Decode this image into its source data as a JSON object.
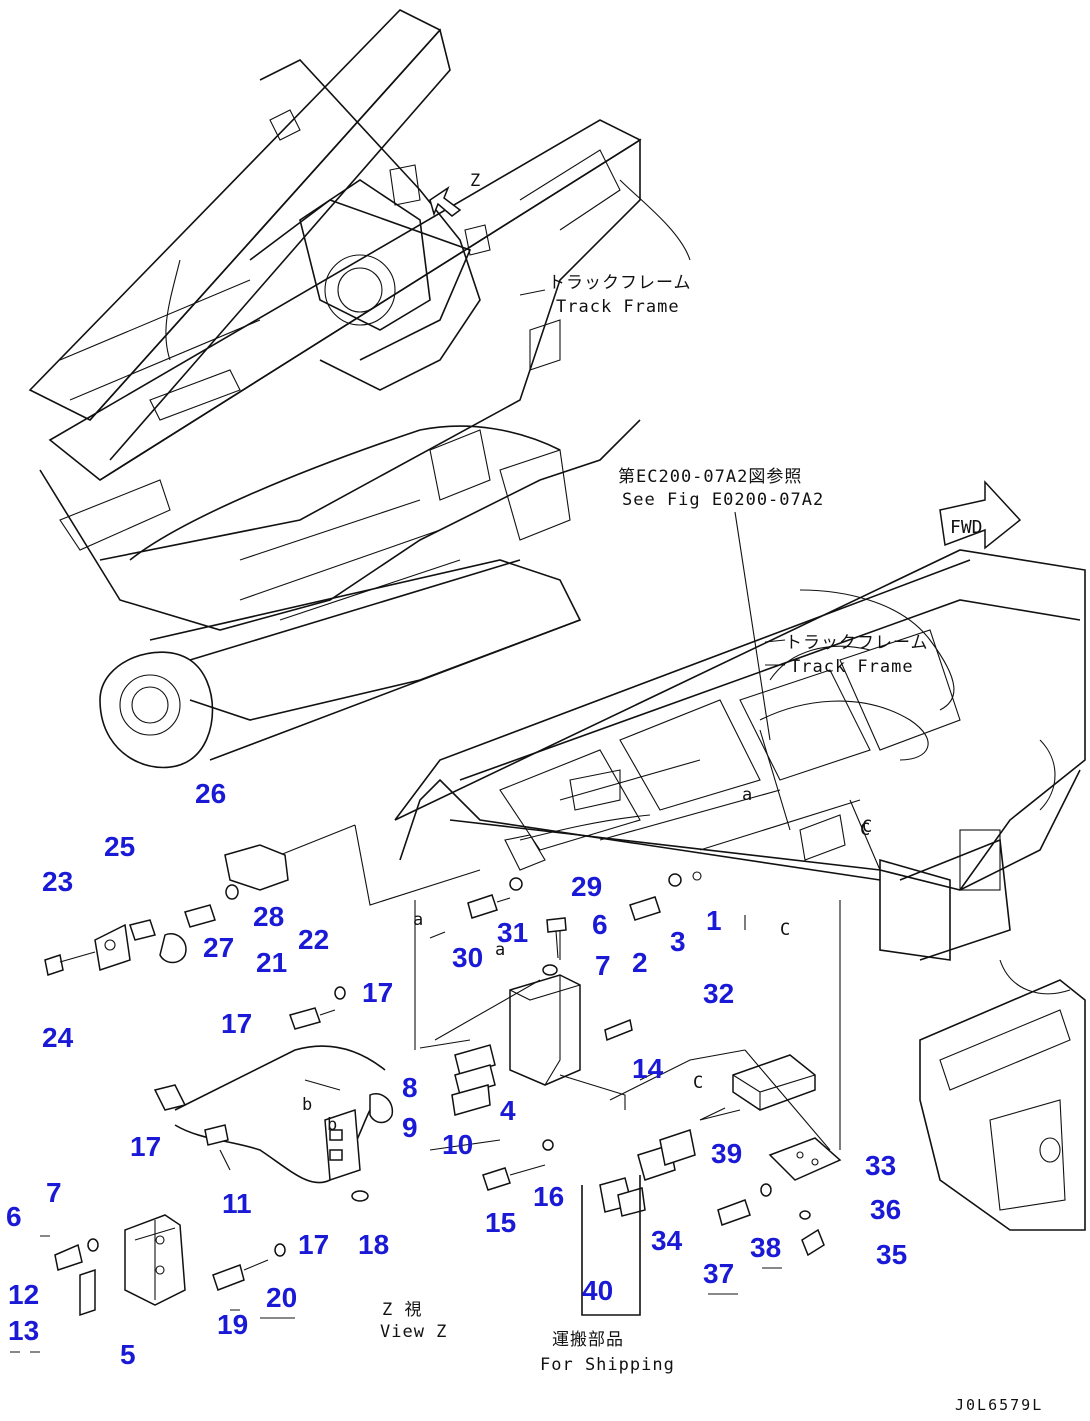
{
  "labels": {
    "track_frame_top_jp": "トラックフレーム",
    "track_frame_top_en": "Track Frame",
    "see_fig_jp": "第EC200-07A2図参照",
    "see_fig_en": "See Fig E0200-07A2",
    "track_frame_mid_jp": "トラックフレーム",
    "track_frame_mid_en": "Track Frame",
    "fwd": "FWD",
    "view_z_jp": "Z 視",
    "view_z_en": "View Z",
    "shipping_jp": "運搬部品",
    "shipping_en": "For Shipping",
    "drawing_id": "J0L6579L",
    "z_arrow": "Z",
    "ref_a1": "a",
    "ref_a2": "a",
    "ref_a3": "a",
    "ref_b1": "b",
    "ref_b2": "b",
    "ref_c1": "C",
    "ref_c2": "C",
    "ref_c3": "C",
    "ref_c4": "C"
  },
  "callouts": [
    "1",
    "2",
    "3",
    "4",
    "5",
    "6",
    "6",
    "7",
    "7",
    "8",
    "9",
    "10",
    "11",
    "12",
    "13",
    "14",
    "15",
    "16",
    "17",
    "17",
    "17",
    "17",
    "18",
    "19",
    "20",
    "21",
    "22",
    "23",
    "24",
    "25",
    "26",
    "27",
    "28",
    "29",
    "30",
    "31",
    "32",
    "33",
    "34",
    "35",
    "36",
    "37",
    "38",
    "39",
    "40"
  ]
}
